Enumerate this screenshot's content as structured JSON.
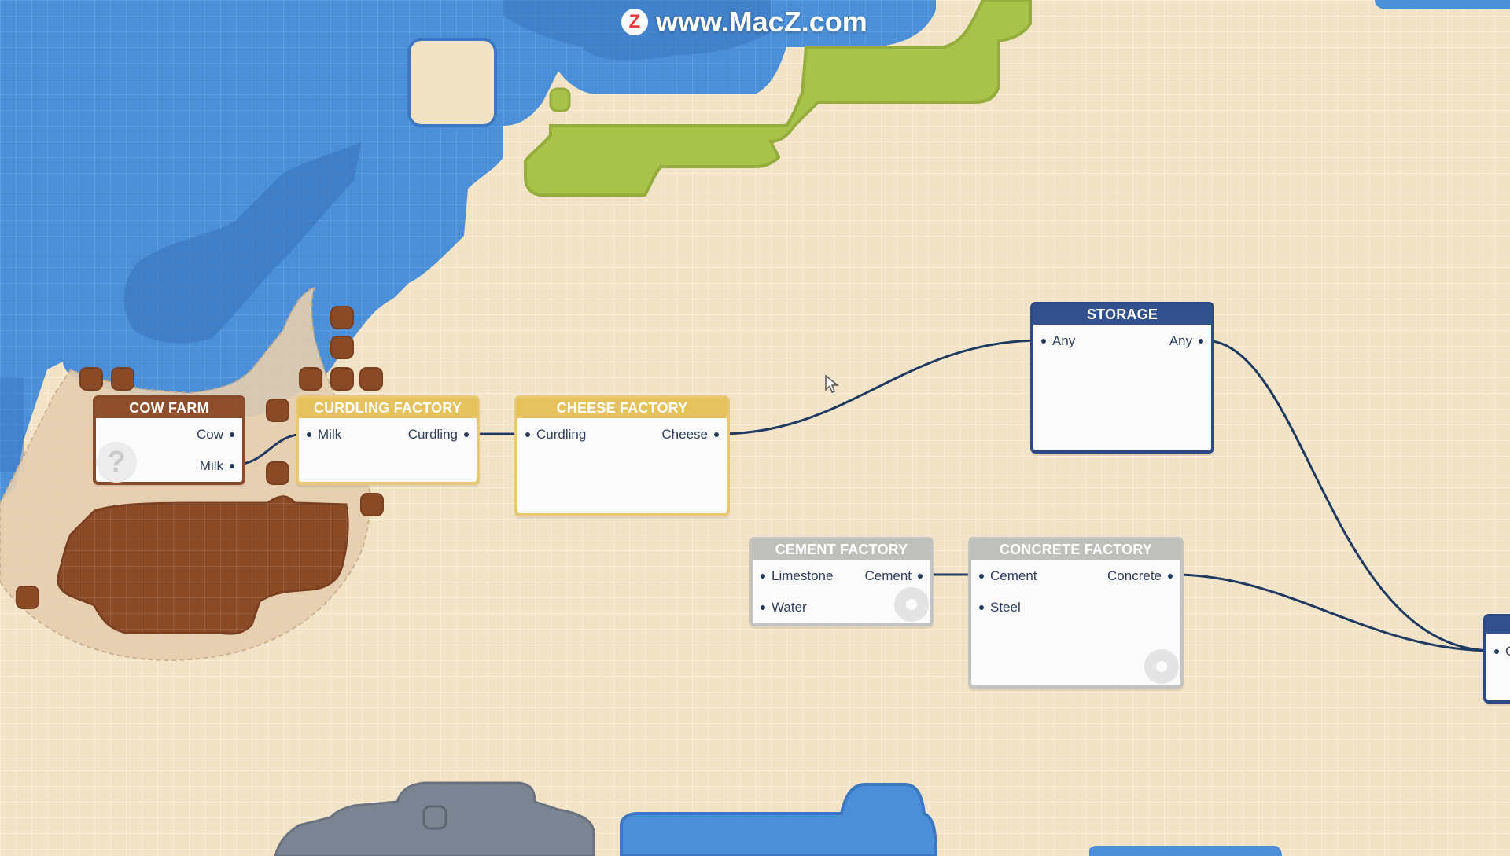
{
  "watermark": {
    "logo_letter": "Z",
    "text": "www.MacZ.com"
  },
  "nodes": {
    "cow_farm": {
      "title": "COW FARM",
      "outputs": [
        "Cow",
        "Milk"
      ],
      "help_glyph": "?"
    },
    "curdling_factory": {
      "title": "CURDLING FACTORY",
      "inputs": [
        "Milk"
      ],
      "outputs": [
        "Curdling"
      ]
    },
    "cheese_factory": {
      "title": "CHEESE FACTORY",
      "inputs": [
        "Curdling"
      ],
      "outputs": [
        "Cheese"
      ]
    },
    "storage": {
      "title": "STORAGE",
      "inputs": [
        "Any"
      ],
      "outputs": [
        "Any"
      ]
    },
    "cement_factory": {
      "title": "CEMENT FACTORY",
      "inputs": [
        "Limestone",
        "Water"
      ],
      "outputs": [
        "Cement"
      ]
    },
    "concrete_factory": {
      "title": "CONCRETE FACTORY",
      "inputs": [
        "Cement",
        "Steel"
      ],
      "outputs": [
        "Concrete"
      ]
    },
    "partial_node": {
      "title": "",
      "inputs": [
        "C"
      ]
    }
  },
  "connections": [
    {
      "from": "Cow Farm: Milk",
      "to": "Curdling Factory: Milk"
    },
    {
      "from": "Curdling Factory: Curdling",
      "to": "Cheese Factory: Curdling"
    },
    {
      "from": "Cheese Factory: Cheese",
      "to": "Storage: Any"
    },
    {
      "from": "Cement Factory: Cement",
      "to": "Concrete Factory: Cement"
    },
    {
      "from": "Storage: Any",
      "to": "partial node"
    },
    {
      "from": "Concrete Factory: Concrete",
      "to": "partial node"
    }
  ],
  "colors": {
    "water": "#4a8fd8",
    "water_dark": "#3c78c2",
    "grass": "#a8c24a",
    "soil": "#8b4a26",
    "rock": "#7b8492",
    "wire": "#1f3a60",
    "food_node": "#e6c25e",
    "farm_node": "#8f4f2c",
    "storage_node": "#33508f",
    "industry_node": "#bfbfbb"
  }
}
